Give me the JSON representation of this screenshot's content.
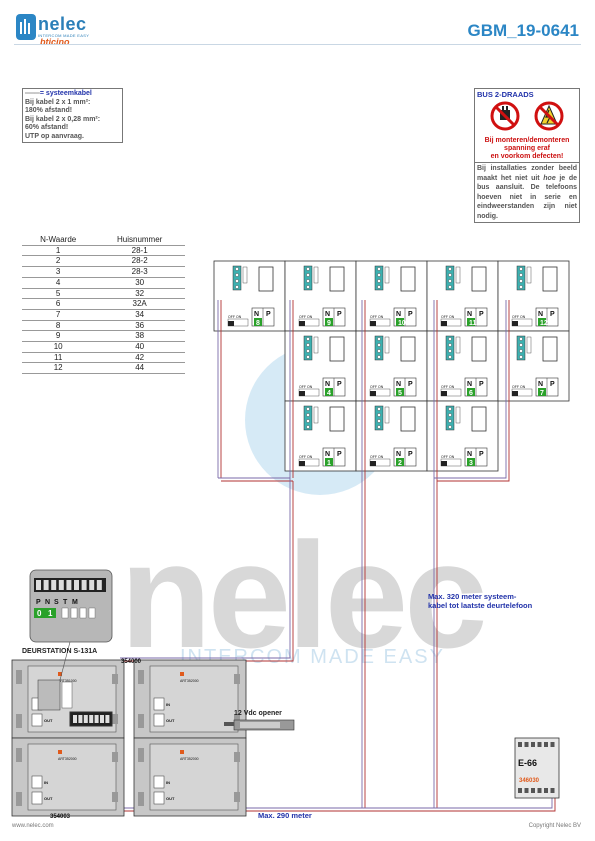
{
  "header": {
    "logo_text": "nelec",
    "logo_sub": "INTERCOM MADE EASY",
    "logo_brand": "bticino",
    "doc_id": "GBM_19-0641"
  },
  "cable_note": {
    "title": "= systeemkabel",
    "lines": [
      "Bij kabel 2 x 1 mm²:",
      "180% afstand!",
      "Bij kabel 2 x 0,28 mm²:",
      "60% afstand!",
      "UTP op aanvraag."
    ]
  },
  "warning": {
    "title": "BUS 2-DRAADS",
    "lines": [
      "Bij monteren/demonteren",
      "spanning eraf",
      "en voorkom defecten!"
    ]
  },
  "install_note": {
    "pre": "Bij installaties zonder beeld maakt het niet uit ",
    "italic": "hoe",
    "post": " je de bus aansluit. De telefoons hoeven niet in serie en eindweerstanden zijn niet nodig."
  },
  "table": {
    "headers": [
      "N-Waarde",
      "Huisnummer"
    ],
    "rows": [
      [
        "1",
        "28-1"
      ],
      [
        "2",
        "28-2"
      ],
      [
        "3",
        "28-3"
      ],
      [
        "4",
        "30"
      ],
      [
        "5",
        "32"
      ],
      [
        "6",
        "32A"
      ],
      [
        "7",
        "34"
      ],
      [
        "8",
        "36"
      ],
      [
        "9",
        "38"
      ],
      [
        "10",
        "40"
      ],
      [
        "11",
        "42"
      ],
      [
        "12",
        "44"
      ]
    ]
  },
  "phones": {
    "rows": [
      [
        "8",
        "9",
        "10",
        "11",
        "12"
      ],
      [
        "4",
        "5",
        "6",
        "7"
      ],
      [
        "1",
        "2",
        "3"
      ]
    ],
    "label_np": [
      "N",
      "P"
    ],
    "label_offon": "OFF ON"
  },
  "watermark": {
    "word": "nelec",
    "tagline": "INTERCOM MADE EASY"
  },
  "module_detail": {
    "letters": [
      "P",
      "N",
      "S",
      "T",
      "M"
    ],
    "digits": [
      "0",
      "1"
    ]
  },
  "station": {
    "title": "DEURSTATION S-131A",
    "label_top": "354000",
    "label_bottom": "354003",
    "model_a": "ART351000",
    "model_b": "ART352000",
    "io": [
      "IN",
      "OUT"
    ]
  },
  "opener": {
    "label": "12 Vdc opener"
  },
  "power": {
    "label": "E-66",
    "code": "346030"
  },
  "notes": {
    "max320": "Max. 320 meter systeem-\nkabel tot laatste deurtelefoon",
    "max290": "Max. 290 meter"
  },
  "footer": {
    "left": "www.nelec.com",
    "right": "Copyright Nelec BV"
  },
  "colors": {
    "brand_blue": "#2b86c5",
    "accent_orange": "#e05a1c",
    "warning_red": "#cc1111",
    "cable_red": "#b23030",
    "terminal_teal": "#3db0b0",
    "np_green": "#2aa12a"
  }
}
